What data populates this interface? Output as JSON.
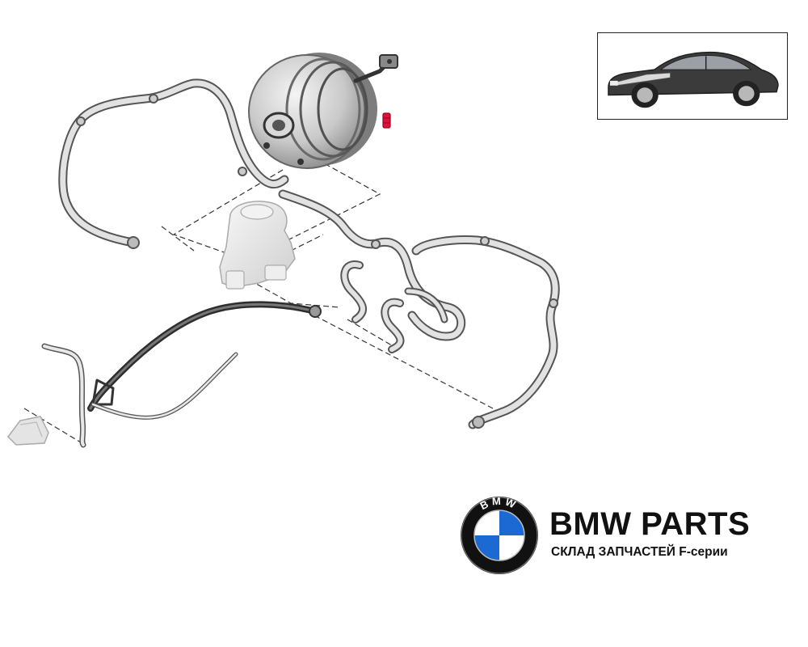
{
  "brand": {
    "title": "BMW PARTS",
    "subtitle": "СКЛАД ЗАПЧАСТЕЙ F-серии",
    "logo_letters": "BMW",
    "colors": {
      "logo_blue": "#1c69d4",
      "logo_ring": "#111111",
      "text": "#111111"
    }
  },
  "diagram": {
    "icons": [
      "brake-booster-icon",
      "brake-fluid-reservoir-icon",
      "vacuum-hose-icon",
      "car-thumbnail-icon"
    ],
    "colors": {
      "part_outline": "#555555",
      "hose_fill": "#dcdcdc",
      "dark_hose": "#3a3a3a",
      "highlight": "#e0103a"
    }
  }
}
